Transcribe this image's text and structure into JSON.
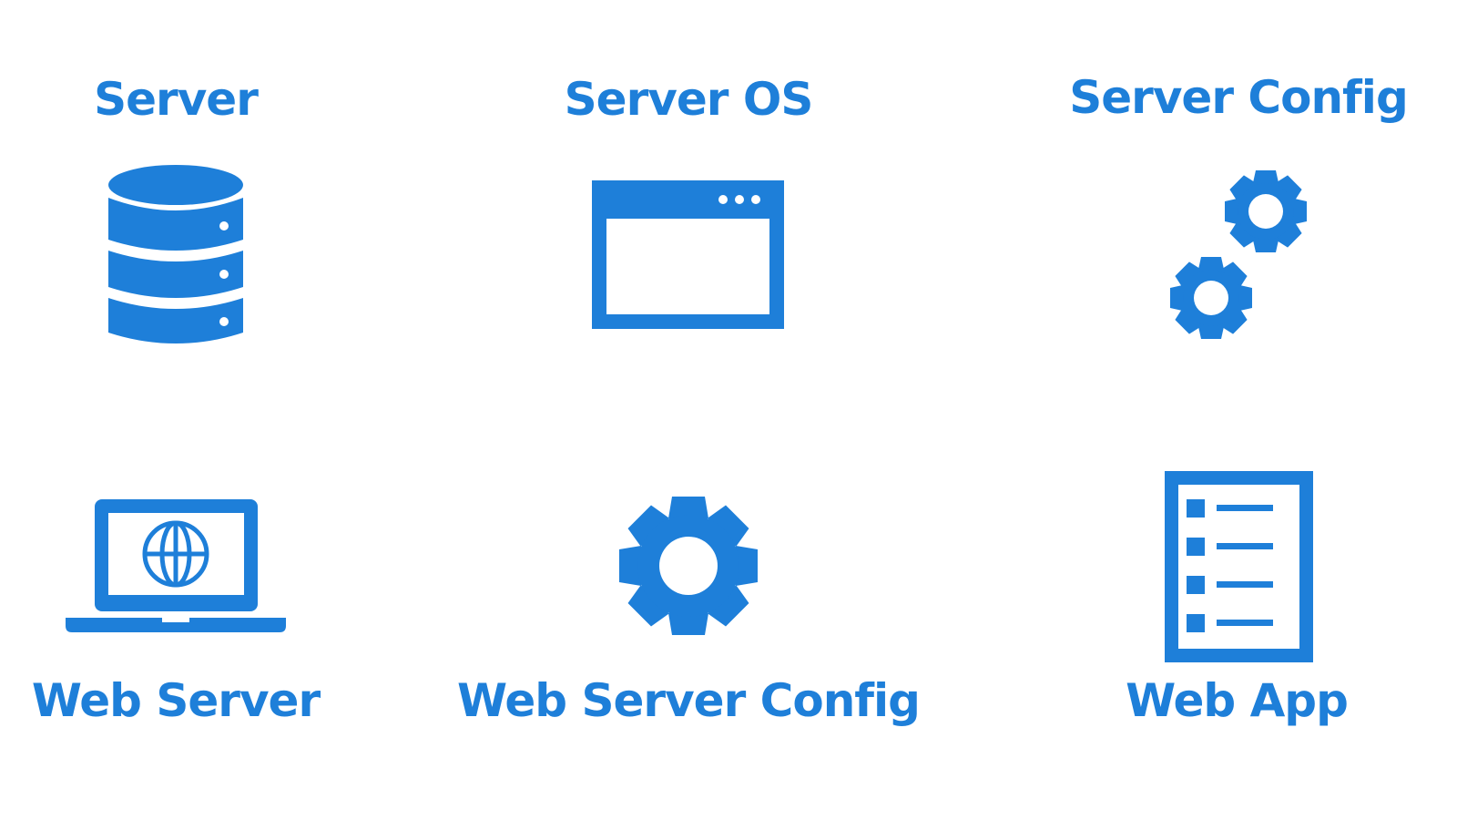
{
  "accent_color": "#1e7fd9",
  "items": [
    {
      "label": "Server",
      "icon": "database-icon"
    },
    {
      "label": "Server OS",
      "icon": "window-icon"
    },
    {
      "label": "Server Config",
      "icon": "gears-icon"
    },
    {
      "label": "Web Server",
      "icon": "laptop-globe-icon"
    },
    {
      "label": "Web Server Config",
      "icon": "gear-icon"
    },
    {
      "label": "Web App",
      "icon": "list-document-icon"
    }
  ]
}
